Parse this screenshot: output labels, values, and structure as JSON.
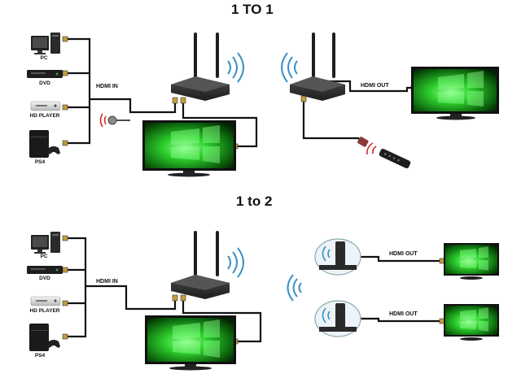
{
  "titles": {
    "top": "1 TO 1",
    "bottom": "1 to 2"
  },
  "devices": {
    "pc": "PC",
    "dvd": "DVD",
    "hd_player": "HD PLAYER",
    "ps4": "PS4"
  },
  "links": {
    "hdmi_in": "HDMI IN",
    "hdmi_out": "HDMI OUT"
  },
  "colors": {
    "screen_green": "#1a8a1a",
    "cable": "#111111",
    "device_dark": "#2b2b2b",
    "wifi_blue": "#3a8fc4",
    "ir_red": "#d42a2a"
  }
}
